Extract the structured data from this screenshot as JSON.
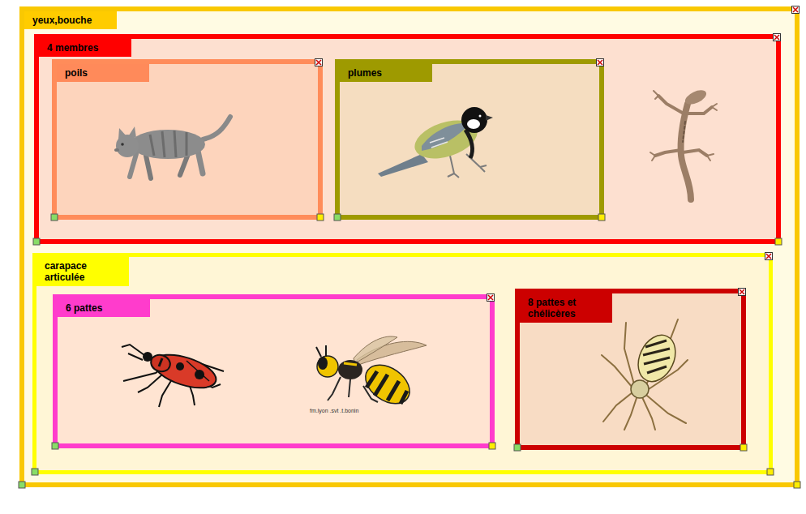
{
  "diagram": {
    "nodes": [
      {
        "text": [
          "yeux,bouche"
        ]
      },
      {
        "text": [
          "4 membres"
        ],
        "in": 0
      },
      {
        "text": [
          "poils"
        ],
        "in": 1
      },
      {
        "text": [
          "plumes"
        ],
        "in": 1
      },
      {
        "text": [
          "carapace articulée"
        ],
        "in": 0
      },
      {
        "text": [
          "6 pattes"
        ],
        "in": 4
      },
      {
        "text": [
          "8 pattes et chélicères"
        ],
        "in": 4
      }
    ],
    "labels": [
      "fm.lyon .svt .t.bonin"
    ]
  }
}
